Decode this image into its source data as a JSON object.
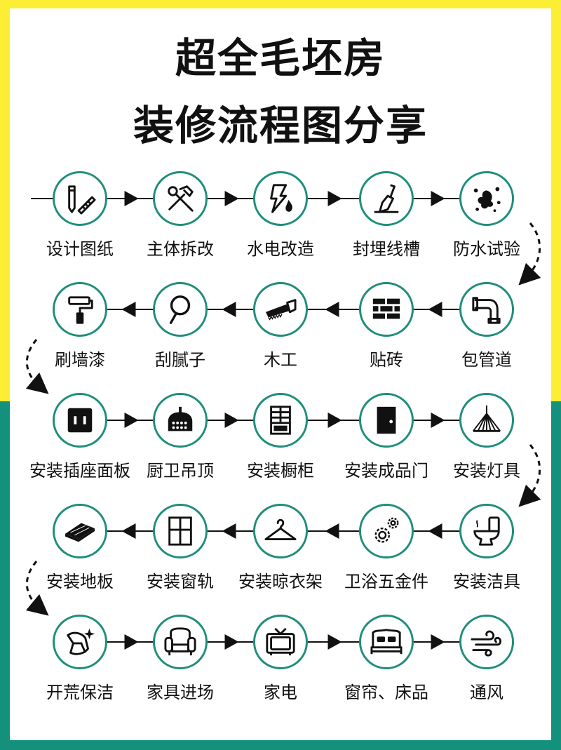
{
  "title": {
    "line1": "超全毛坯房",
    "line2": "装修流程图分享"
  },
  "colors": {
    "top_band": "#fcee35",
    "bottom_band": "#13917d",
    "circle_border": "#1f8e7b",
    "ink": "#111111"
  },
  "steps": [
    {
      "label": "设计图纸",
      "icon": "pencil-ruler-icon"
    },
    {
      "label": "主体拆改",
      "icon": "hammer-wrench-icon"
    },
    {
      "label": "水电改造",
      "icon": "lightning-drop-icon"
    },
    {
      "label": "封埋线槽",
      "icon": "trowel-icon"
    },
    {
      "label": "防水试验",
      "icon": "water-splash-icon"
    },
    {
      "label": "包管道",
      "icon": "pipe-elbow-icon"
    },
    {
      "label": "贴砖",
      "icon": "bricks-icon"
    },
    {
      "label": "木工",
      "icon": "saw-icon"
    },
    {
      "label": "刮腻子",
      "icon": "magnifier-icon"
    },
    {
      "label": "刷墙漆",
      "icon": "paint-roller-icon"
    },
    {
      "label": "安装插座面板",
      "icon": "wall-socket-icon"
    },
    {
      "label": "厨卫吊顶",
      "icon": "ceiling-panel-icon"
    },
    {
      "label": "安装橱柜",
      "icon": "cabinet-icon"
    },
    {
      "label": "安装成品门",
      "icon": "door-icon"
    },
    {
      "label": "安装灯具",
      "icon": "pendant-lamp-icon"
    },
    {
      "label": "安装洁具",
      "icon": "toilet-icon"
    },
    {
      "label": "卫浴五金件",
      "icon": "gears-icon"
    },
    {
      "label": "安装晾衣架",
      "icon": "hanger-icon"
    },
    {
      "label": "安装窗轨",
      "icon": "window-icon"
    },
    {
      "label": "安装地板",
      "icon": "floor-planks-icon"
    },
    {
      "label": "开荒保洁",
      "icon": "cleaning-cloth-icon"
    },
    {
      "label": "家具进场",
      "icon": "armchair-icon"
    },
    {
      "label": "家电",
      "icon": "television-icon"
    },
    {
      "label": "窗帘、床品",
      "icon": "bed-icon"
    },
    {
      "label": "通风",
      "icon": "wind-icon"
    }
  ]
}
